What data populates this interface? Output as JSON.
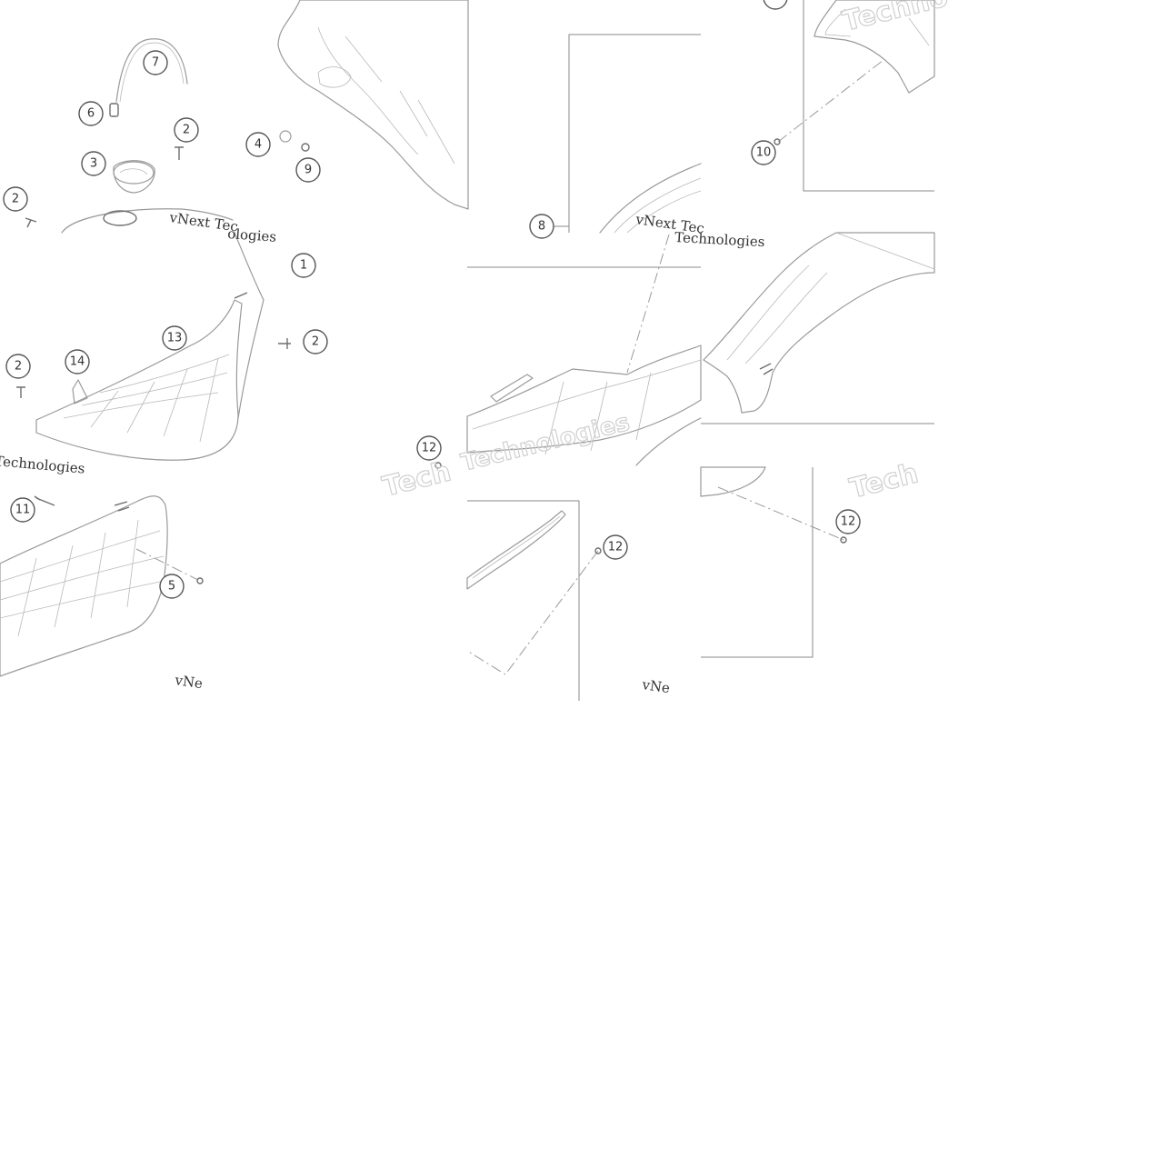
{
  "callouts": [
    {
      "id": "c1",
      "label": "1"
    },
    {
      "id": "c2a",
      "label": "2"
    },
    {
      "id": "c2b",
      "label": "2"
    },
    {
      "id": "c2c",
      "label": "2"
    },
    {
      "id": "c2d",
      "label": "2"
    },
    {
      "id": "c3",
      "label": "3"
    },
    {
      "id": "c4",
      "label": "4"
    },
    {
      "id": "c5",
      "label": "5"
    },
    {
      "id": "c6",
      "label": "6"
    },
    {
      "id": "c7",
      "label": "7"
    },
    {
      "id": "c8",
      "label": "8"
    },
    {
      "id": "c9",
      "label": "9"
    },
    {
      "id": "c10",
      "label": "10"
    },
    {
      "id": "c11",
      "label": "11"
    },
    {
      "id": "c12a",
      "label": "12"
    },
    {
      "id": "c12b",
      "label": "12"
    },
    {
      "id": "c12c",
      "label": "12"
    },
    {
      "id": "c13",
      "label": "13"
    },
    {
      "id": "c14",
      "label": "14"
    }
  ],
  "watermarks": {
    "vnext_tec": "vNext Tec",
    "vnext_tec_2": "vNext Tec",
    "vnext_short": "vNe",
    "vnext_short_2": "vNe",
    "technologies_1": "Technologies",
    "technologies_2": "Technologies",
    "ologies": "ologies",
    "technologies_outline": "Technologies",
    "tech_outline": "Tech",
    "tech_outline_2": "Tech",
    "techno_outline": "Techno"
  }
}
